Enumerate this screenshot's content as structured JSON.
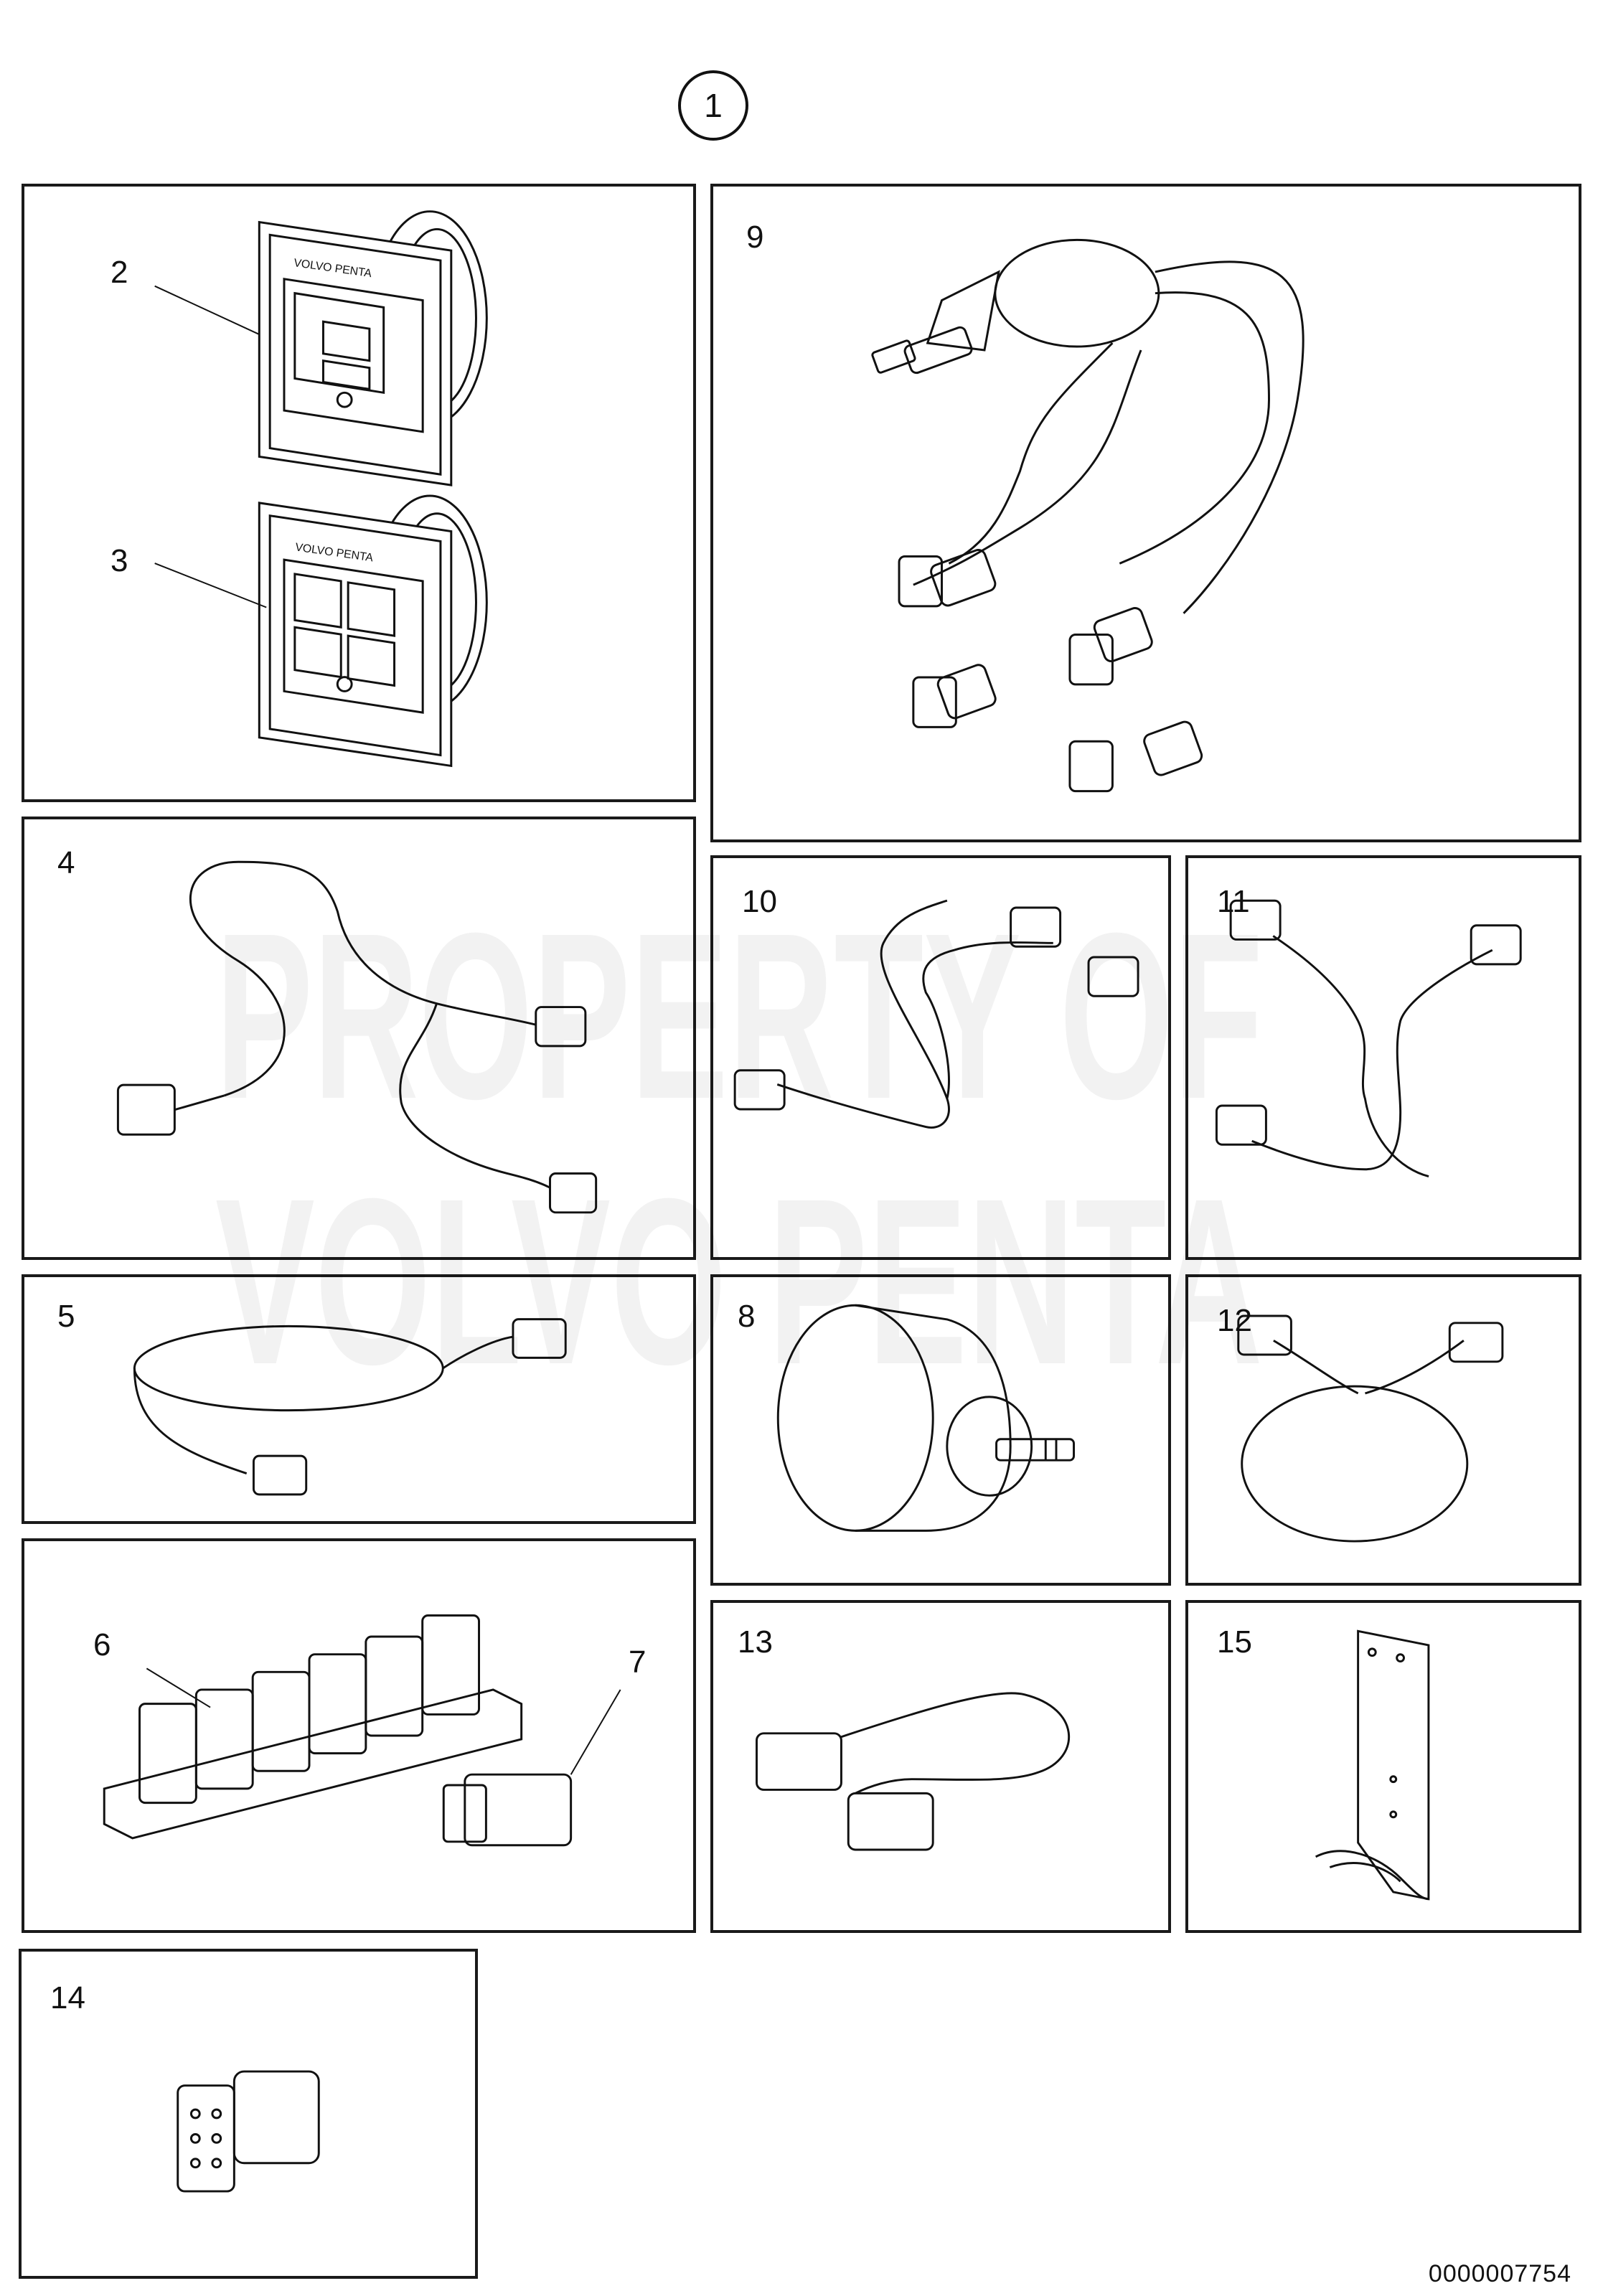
{
  "assembly_number": "1",
  "document_number": "0000007754",
  "watermark": {
    "line1": "PROPERTY OF",
    "line2": "VOLVO PENTA"
  },
  "brand_text": "VOLVO PENTA",
  "panels": {
    "p23": {
      "callouts": [
        "2",
        "3"
      ]
    },
    "p9": {
      "label": "9"
    },
    "p4": {
      "label": "4"
    },
    "p10": {
      "label": "10"
    },
    "p11": {
      "label": "11"
    },
    "p5": {
      "label": "5"
    },
    "p8": {
      "label": "8"
    },
    "p12": {
      "label": "12"
    },
    "p67": {
      "callouts": [
        "6",
        "7"
      ]
    },
    "p13": {
      "label": "13"
    },
    "p15": {
      "label": "15"
    },
    "p14": {
      "label": "14"
    }
  }
}
